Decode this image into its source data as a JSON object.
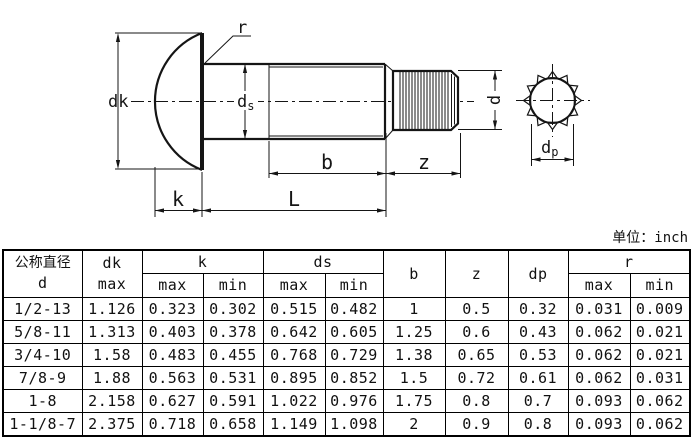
{
  "unit_note": "单位：inch",
  "drawing": {
    "labels": {
      "r": "r",
      "dk": "dk",
      "ds_main": "d",
      "ds_sub": "s",
      "d": "d",
      "dp_main": "d",
      "dp_sub": "p",
      "b": "b",
      "z": "z",
      "k": "k",
      "L": "L"
    }
  },
  "table": {
    "headers": {
      "nominal_line1": "公称直径",
      "nominal_line2": "d",
      "dk": "dk",
      "dk_sub": "max",
      "k": "k",
      "ds": "ds",
      "b": "b",
      "z": "z",
      "dp": "dp",
      "r": "r",
      "max": "max",
      "min": "min"
    },
    "rows": [
      [
        "1/2-13",
        "1.126",
        "0.323",
        "0.302",
        "0.515",
        "0.482",
        "1",
        "0.5",
        "0.32",
        "0.031",
        "0.009"
      ],
      [
        "5/8-11",
        "1.313",
        "0.403",
        "0.378",
        "0.642",
        "0.605",
        "1.25",
        "0.6",
        "0.43",
        "0.062",
        "0.021"
      ],
      [
        "3/4-10",
        "1.58",
        "0.483",
        "0.455",
        "0.768",
        "0.729",
        "1.38",
        "0.65",
        "0.53",
        "0.062",
        "0.021"
      ],
      [
        "7/8-9",
        "1.88",
        "0.563",
        "0.531",
        "0.895",
        "0.852",
        "1.5",
        "0.72",
        "0.61",
        "0.062",
        "0.031"
      ],
      [
        "1-8",
        "2.158",
        "0.627",
        "0.591",
        "1.022",
        "0.976",
        "1.75",
        "0.8",
        "0.7",
        "0.093",
        "0.062"
      ],
      [
        "1-1/8-7",
        "2.375",
        "0.718",
        "0.658",
        "1.149",
        "1.098",
        "2",
        "0.9",
        "0.8",
        "0.093",
        "0.062"
      ]
    ]
  }
}
